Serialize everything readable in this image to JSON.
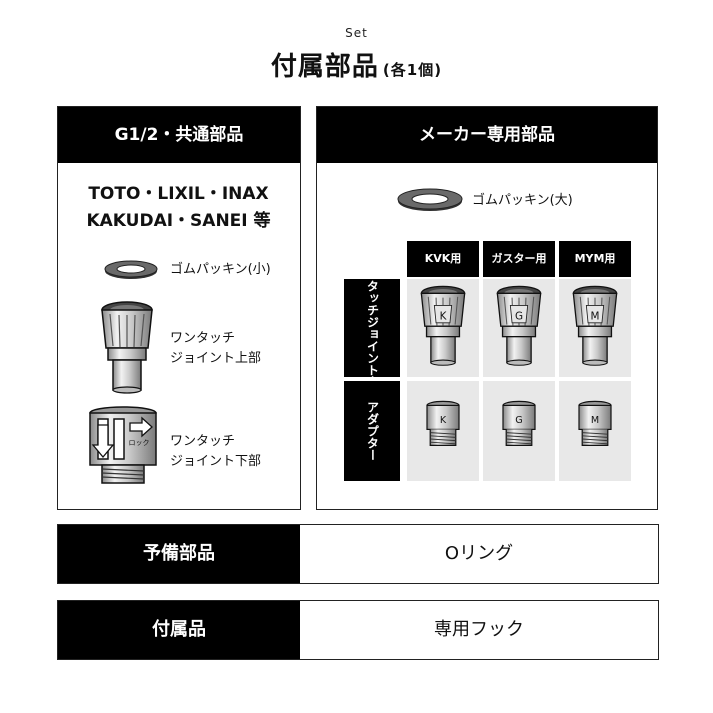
{
  "header": {
    "set_label": "Set",
    "title": "付属部品",
    "title_sub": "(各1個)"
  },
  "left_panel": {
    "title": "G1/2・共通部品",
    "brands_line1": "TOTO・LIXIL・INAX",
    "brands_line2": "KAKUDAI・SANEI 等",
    "parts": [
      {
        "label_lines": [
          "ゴムパッキン(小)"
        ],
        "icon": "rubber-washer-small-icon"
      },
      {
        "label_lines": [
          "ワンタッチ",
          "ジョイント上部"
        ],
        "icon": "joint-upper-icon"
      },
      {
        "label_lines": [
          "ワンタッチ",
          "ジョイント下部"
        ],
        "icon": "joint-lower-icon",
        "arrow_text": "ロック"
      }
    ]
  },
  "right_panel": {
    "title": "メーカー専用部品",
    "washer_label": "ゴムパッキン(大)",
    "columns": [
      "KVK用",
      "ガスター用",
      "MYM用"
    ],
    "rows": [
      "ワンタッチジョイント上部",
      "アダプター"
    ],
    "letters": [
      "K",
      "G",
      "M"
    ]
  },
  "bars": [
    {
      "head": "予備部品",
      "value": "Oリング"
    },
    {
      "head": "付属品",
      "value": "専用フック"
    }
  ],
  "colors": {
    "black": "#000000",
    "cell_bg": "#e8e8e8",
    "metal": "#d4d4d4"
  }
}
